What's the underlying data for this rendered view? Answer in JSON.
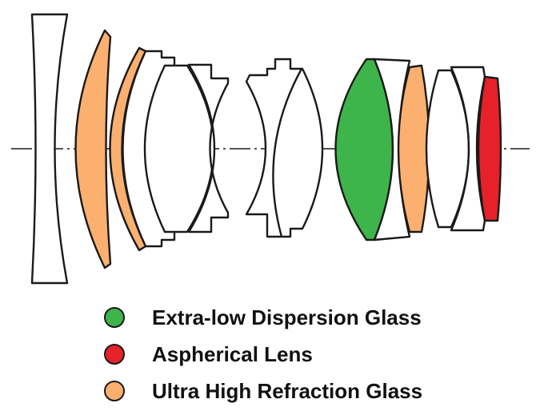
{
  "colors": {
    "plain": "#ffffff",
    "ed": "#3db54a",
    "asph": "#e62129",
    "uhr": "#fbb06f"
  },
  "elements": [
    {
      "name": "lens-element-1",
      "glass": "plain"
    },
    {
      "name": "lens-element-2",
      "glass": "uhr"
    },
    {
      "name": "lens-element-3",
      "glass": "uhr"
    },
    {
      "name": "lens-element-4",
      "glass": "plain"
    },
    {
      "name": "lens-element-5",
      "glass": "plain"
    },
    {
      "name": "lens-element-6",
      "glass": "plain"
    },
    {
      "name": "lens-element-7",
      "glass": "plain"
    },
    {
      "name": "lens-element-8",
      "glass": "ed"
    },
    {
      "name": "lens-element-9",
      "glass": "plain"
    },
    {
      "name": "lens-element-10",
      "glass": "uhr"
    },
    {
      "name": "lens-element-11",
      "glass": "plain"
    },
    {
      "name": "lens-element-12",
      "glass": "plain"
    },
    {
      "name": "lens-element-13",
      "glass": "asph"
    }
  ],
  "legend": [
    {
      "label": "Extra-low Dispersion Glass",
      "glass": "ed"
    },
    {
      "label": "Aspherical Lens",
      "glass": "asph"
    },
    {
      "label": "Ultra High Refraction Glass",
      "glass": "uhr"
    }
  ]
}
